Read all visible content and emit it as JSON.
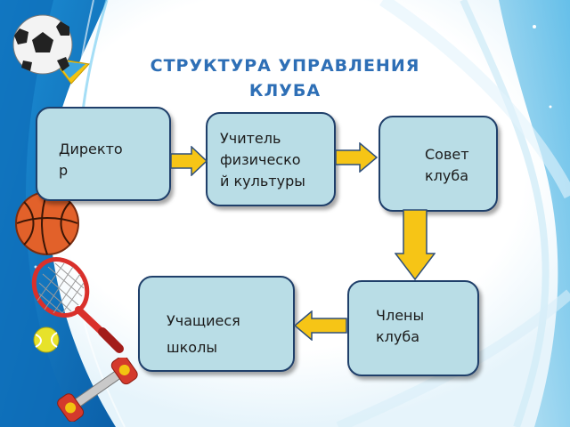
{
  "title": {
    "line1": "СТРУКТУРА УПРАВЛЕНИЯ",
    "line2": "КЛУБА"
  },
  "nodes": {
    "director": "Директо\nр",
    "teacher": "Учитель\nфизическо\nй культуры",
    "council": "Совет\nклуба",
    "students": "Учащиеся\nшколы",
    "members": "Члены\nклуба"
  },
  "colors": {
    "title": "#2e6fb6",
    "box_fill": "#b9dde6",
    "box_border": "#1f3f6a",
    "arrow_fill": "#f6c516",
    "arrow_border": "#2e4f7a"
  },
  "decorations": [
    "soccer-ball-icon",
    "basketball-icon",
    "tennis-racket-icon",
    "tennis-ball-icon",
    "dumbbell-icon"
  ]
}
